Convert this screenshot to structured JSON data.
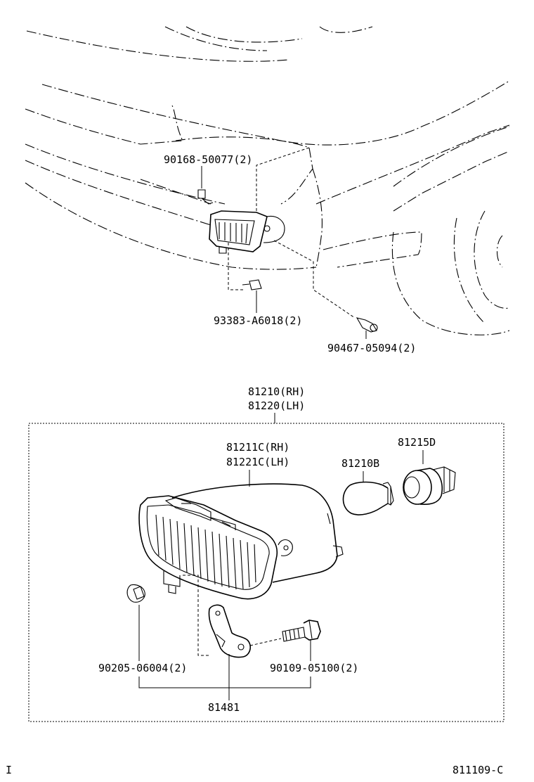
{
  "diagram": {
    "callouts_top": {
      "bolt_upper": "90168-50077(2)",
      "screw_lower": "93383-A6018(2)",
      "clip_right": "90467-05094(2)"
    },
    "assembly": {
      "assy_rh": "81210(RH)",
      "assy_lh": "81220(LH)",
      "lens_rh": "81211C(RH)",
      "lens_lh": "81221C(LH)",
      "bulb": "81210B",
      "socket": "81215D",
      "nut": "90205-06004(2)",
      "bolt": "90109-05100(2)",
      "bracket": "81481"
    },
    "footer": {
      "left_mark": "I",
      "figure_code": "811109-C"
    }
  }
}
